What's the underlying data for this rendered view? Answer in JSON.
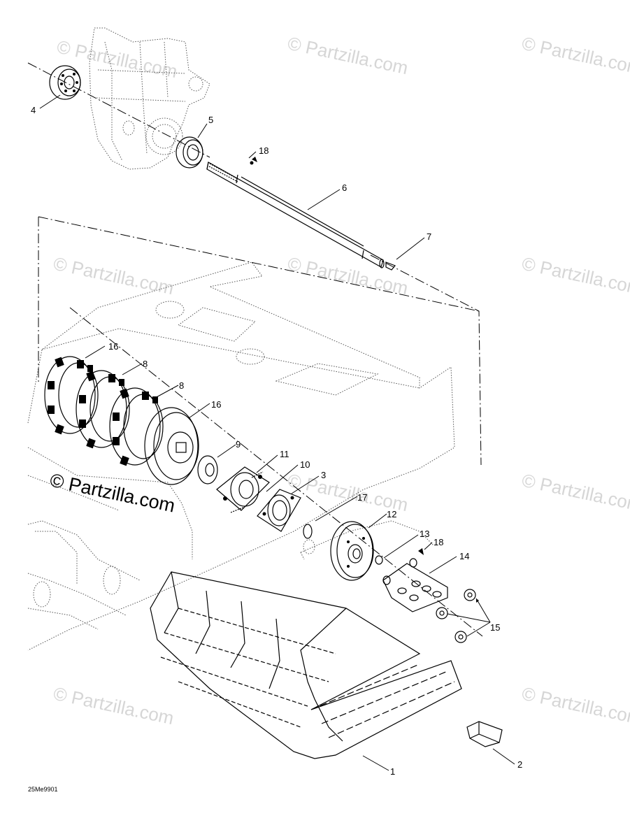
{
  "watermarks": [
    "© Partzilla.com",
    "© Partzilla.com",
    "© Partzilla.com",
    "© Partzilla.com",
    "© Partzilla.com",
    "© Partzilla.com",
    "© Partzilla.com",
    "© Partzilla.com",
    "© Partzilla.com",
    "© Partzilla.com"
  ],
  "brand_watermark": "© Partzilla.com",
  "diagram_code": "25Me9901",
  "callouts": {
    "c1": "1",
    "c2": "2",
    "c3": "3",
    "c4": "4",
    "c5": "5",
    "c6": "6",
    "c7": "7",
    "c8a": "8",
    "c8b": "8",
    "c9": "9",
    "c10": "10",
    "c11": "11",
    "c12": "12",
    "c13": "13",
    "c14": "14",
    "c15": "15",
    "c16a": "16",
    "c16b": "16",
    "c17": "17",
    "c18a": "18",
    "c18b": "18"
  }
}
